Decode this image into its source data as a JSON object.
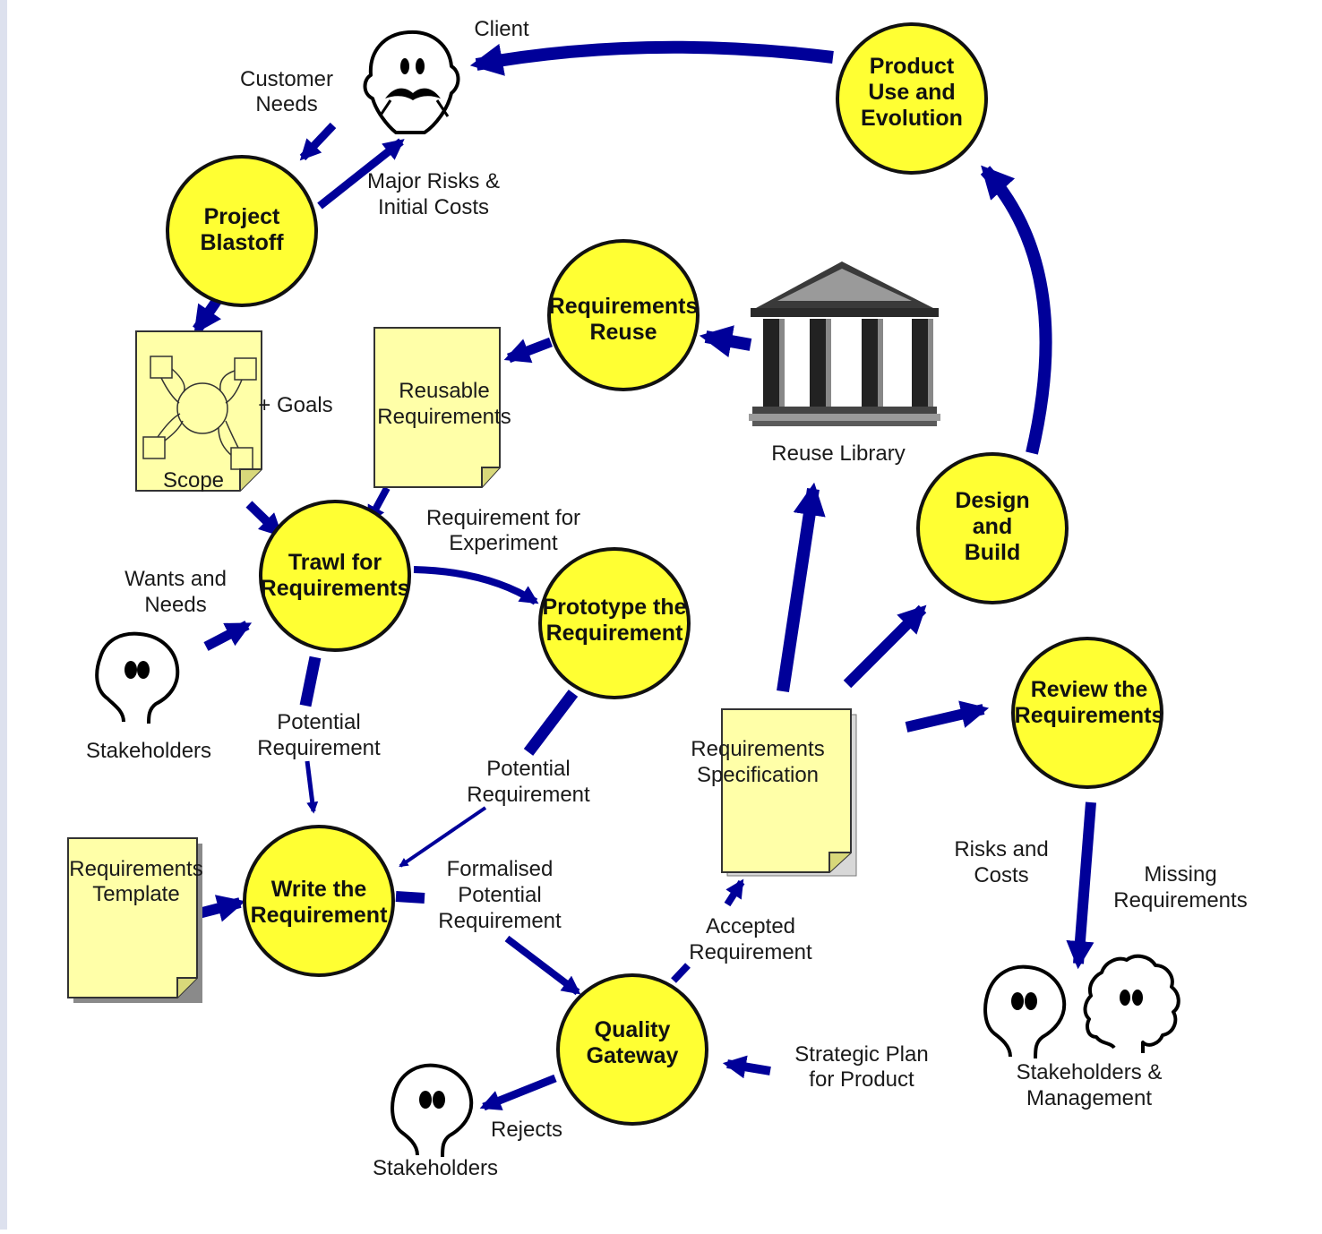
{
  "colors": {
    "process_fill": "#ffff33",
    "process_stroke": "#111111",
    "arrow": "#000099",
    "document_fill": "#ffffa8"
  },
  "processes": {
    "product_use": [
      "Product",
      "Use and",
      "Evolution"
    ],
    "project_blastoff": [
      "Project",
      "Blastoff"
    ],
    "requirements_reuse": [
      "Requirements",
      "Reuse"
    ],
    "trawl": [
      "Trawl for",
      "Requirements"
    ],
    "prototype": [
      "Prototype the",
      "Requirement"
    ],
    "design_build": [
      "Design",
      "and",
      "Build"
    ],
    "review": [
      "Review the",
      "Requirements"
    ],
    "write": [
      "Write the",
      "Requirement"
    ],
    "quality_gateway": [
      "Quality",
      "Gateway"
    ]
  },
  "documents": {
    "scope": "Scope",
    "reusable": [
      "Reusable",
      "Requirements"
    ],
    "spec": [
      "Requirements",
      "Specification"
    ],
    "template": [
      "Requirements",
      "Template"
    ]
  },
  "actors": {
    "client": "Client",
    "stakeholders_left": "Stakeholders",
    "stakeholders_bottom": "Stakeholders",
    "stakeholders_mgmt": [
      "Stakeholders &",
      "Management"
    ]
  },
  "library": "Reuse Library",
  "flows": {
    "customer_needs": [
      "Customer",
      "Needs"
    ],
    "major_risks": [
      "Major Risks &",
      "Initial Costs"
    ],
    "goals": "+ Goals",
    "req_for_experiment": [
      "Requirement for",
      "Experiment"
    ],
    "wants_needs": [
      "Wants and",
      "Needs"
    ],
    "potential_req_1": [
      "Potential",
      "Requirement"
    ],
    "potential_req_2": [
      "Potential",
      "Requirement"
    ],
    "formalised": [
      "Formalised",
      "Potential",
      "Requirement"
    ],
    "accepted": [
      "Accepted",
      "Requirement"
    ],
    "risks_costs": [
      "Risks and",
      "Costs"
    ],
    "missing": [
      "Missing",
      "Requirements"
    ],
    "strategic_plan": [
      "Strategic Plan",
      "for Product"
    ],
    "rejects": "Rejects"
  }
}
